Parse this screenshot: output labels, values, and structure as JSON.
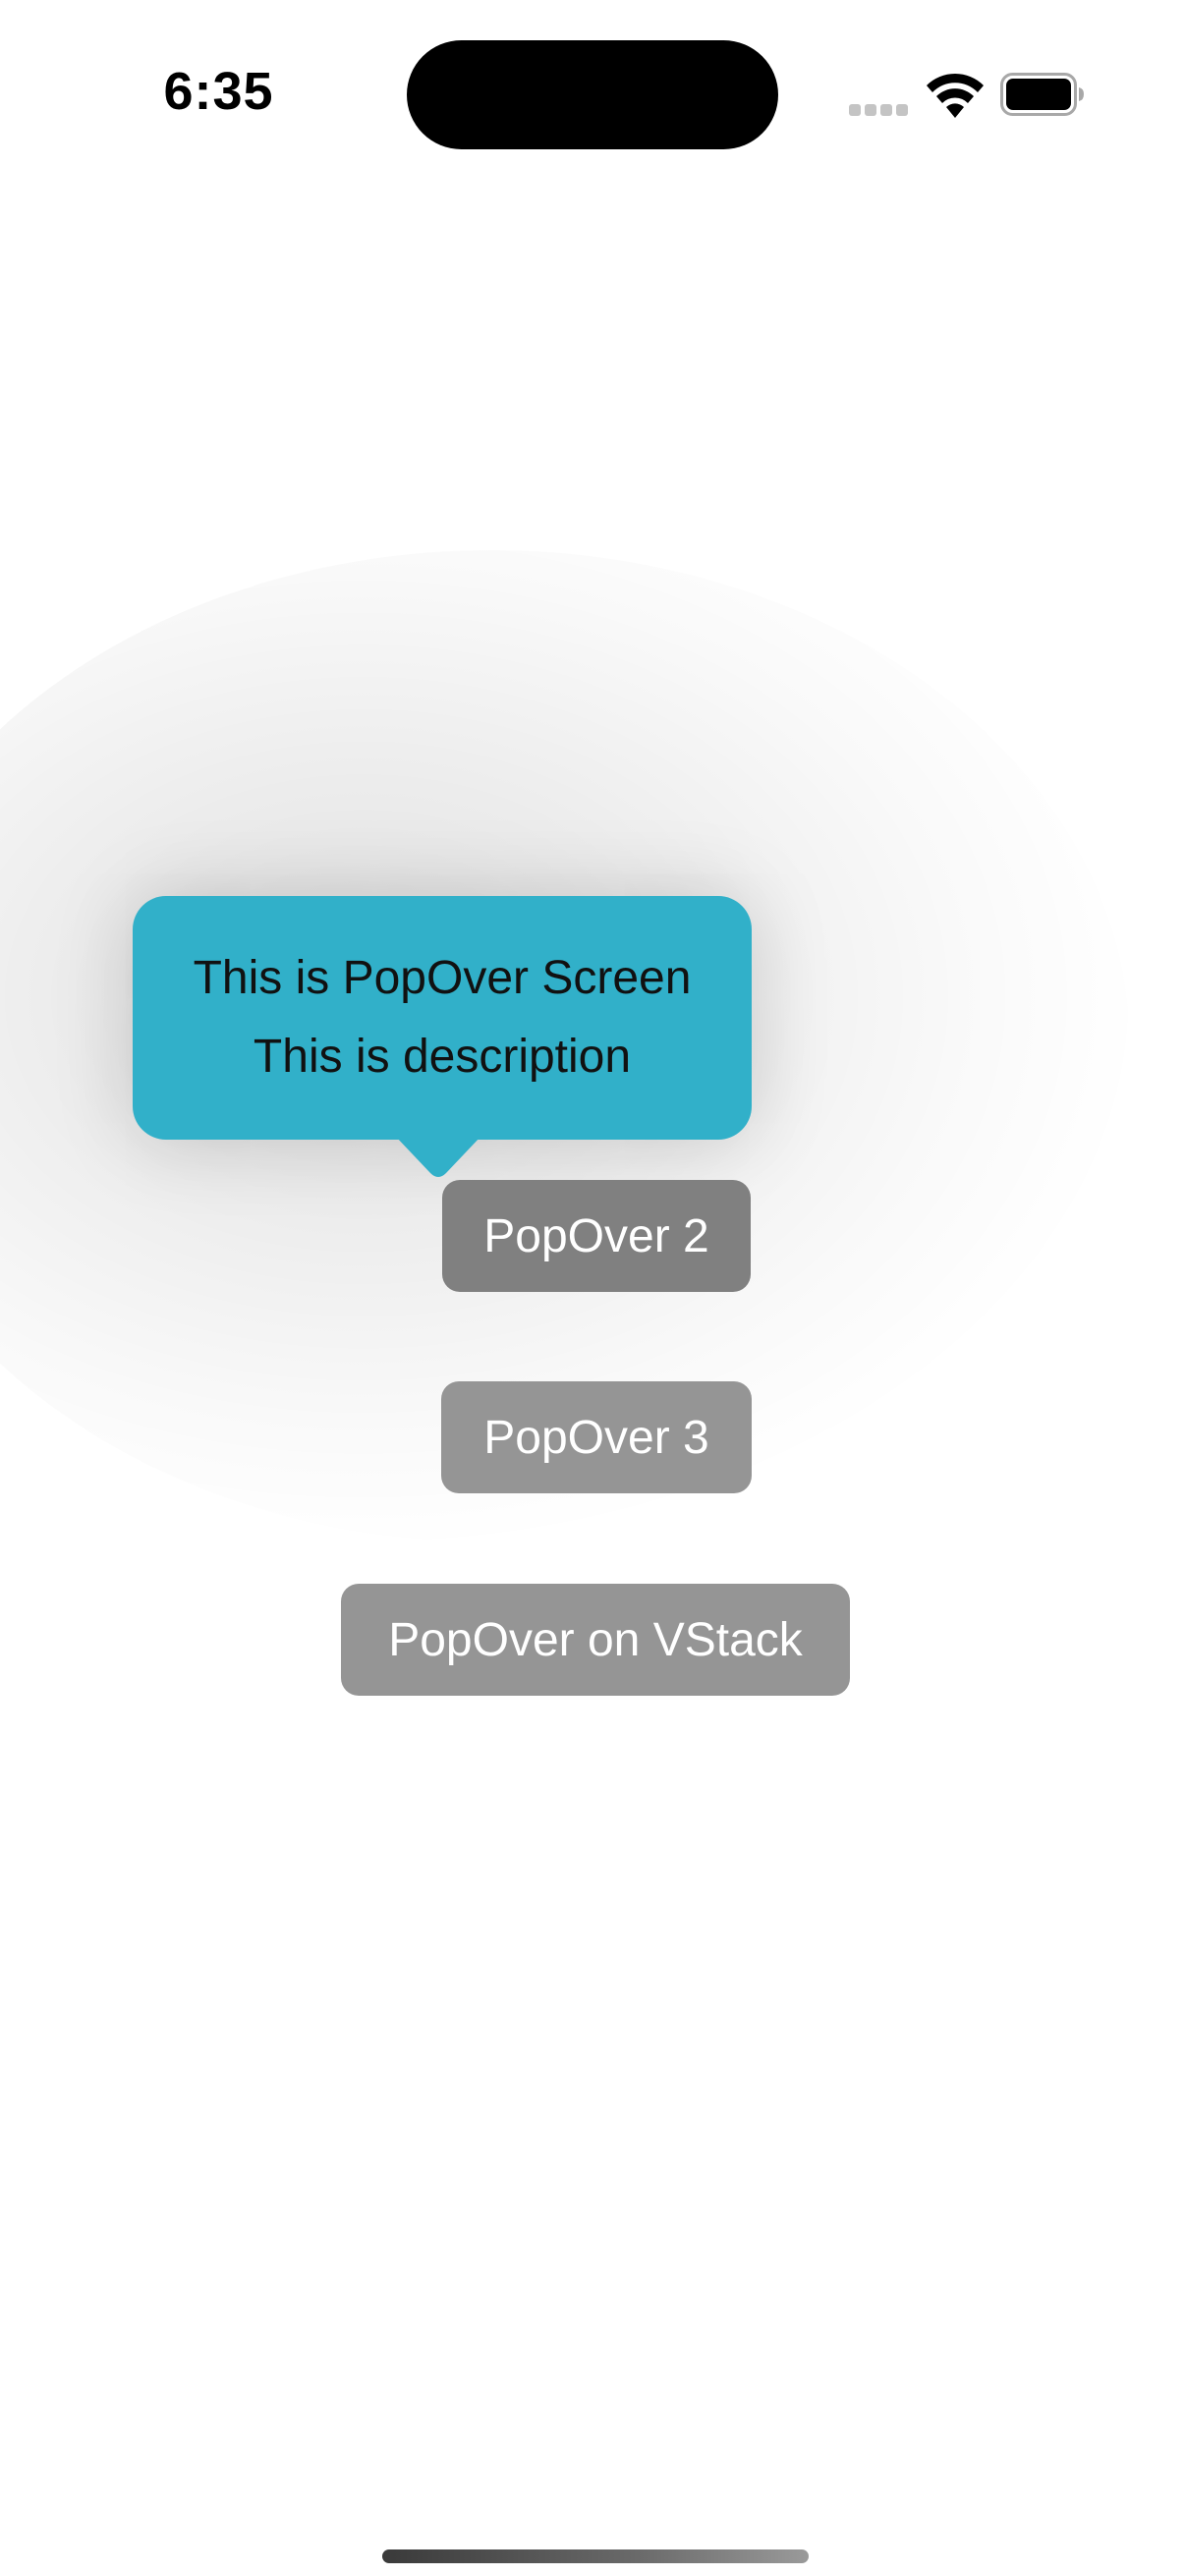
{
  "status_bar": {
    "time": "6:35",
    "icons": [
      "cellular-signal-icon",
      "wifi-icon",
      "battery-icon"
    ]
  },
  "popover": {
    "title": "This is PopOver Screen",
    "description": "This is description",
    "color": "#31b0c9"
  },
  "buttons": {
    "popover2": "PopOver 2",
    "popover3": "PopOver 3",
    "popover_vstack": "PopOver on VStack"
  },
  "colors": {
    "button_active": "#808080",
    "button_default": "#959595",
    "background": "#ffffff"
  }
}
